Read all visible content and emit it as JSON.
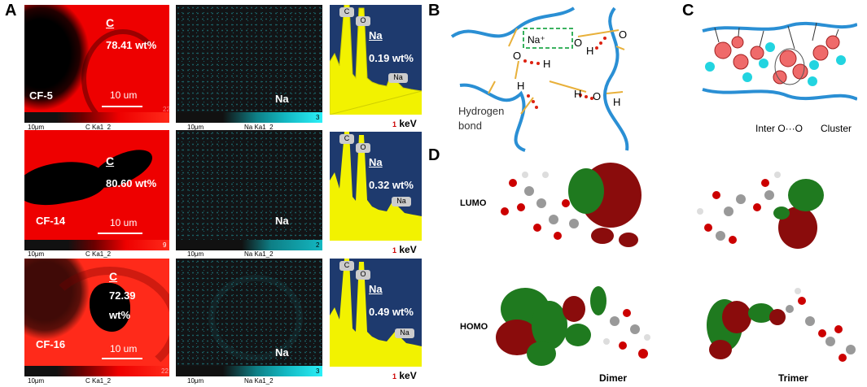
{
  "panels": {
    "A": "A",
    "B": "B",
    "C": "C",
    "D": "D"
  },
  "rows": [
    {
      "sample": "CF-5",
      "c_title": "C",
      "c_value": "78.41 wt%",
      "scalebar": "10 um",
      "c_bottom_left": "10μm",
      "c_bottom_label": "C Ka1_2",
      "c_bottom_num": "22",
      "na_label": "Na",
      "na_bottom_left": "10μm",
      "na_bottom_label": "Na Ka1_2",
      "na_bottom_num": "3",
      "spec_na": "Na",
      "spec_value": "0.19 wt%",
      "spec_peak": "Na",
      "kev": "keV",
      "tick": "1"
    },
    {
      "sample": "CF-14",
      "c_title": "C",
      "c_value": "80.60 wt%",
      "scalebar": "10 um",
      "c_bottom_left": "10μm",
      "c_bottom_label": "C Ka1_2",
      "c_bottom_num": "9",
      "na_label": "Na",
      "na_bottom_left": "10μm",
      "na_bottom_label": "Na Ka1_2",
      "na_bottom_num": "2",
      "spec_na": "Na",
      "spec_value": "0.32 wt%",
      "spec_peak": "Na",
      "kev": "keV",
      "tick": "1"
    },
    {
      "sample": "CF-16",
      "c_title": "C",
      "c_value_line1": "72.39",
      "c_value_line2": "wt%",
      "scalebar": "10 um",
      "c_bottom_left": "10μm",
      "c_bottom_label": "C Ka1_2",
      "c_bottom_num": "22",
      "na_label": "Na",
      "na_bottom_left": "10μm",
      "na_bottom_label": "Na Ka1_2",
      "na_bottom_num": "3",
      "spec_na": "Na",
      "spec_value": "0.49 wt%",
      "spec_peak": "Na",
      "kev": "keV",
      "tick": "1"
    }
  ],
  "spectrum_peaks": {
    "C": "C",
    "O": "O"
  },
  "panel_b": {
    "na_ion": "Na⁺",
    "atoms": [
      "O",
      "H",
      "O",
      "H",
      "H",
      "O",
      "H",
      "O",
      "H"
    ],
    "label_line1": "Hydrogen",
    "label_line2": "bond"
  },
  "panel_c": {
    "label_left": "Inter O···O",
    "label_right": "Cluster"
  },
  "panel_d": {
    "row_labels": [
      "LUMO",
      "HOMO"
    ],
    "col_labels": [
      "Dimer",
      "Trimer"
    ]
  },
  "colors": {
    "c_map": "#e00000",
    "na_map": "#121416",
    "na_dot": "#2bd1d8",
    "spectrum_bg": "#1e3a6e",
    "spectrum_fill": "#f2f200",
    "fiber": "#2a8fd4",
    "h_bond": "#e8b03a",
    "orbital_red": "#8a0c0c",
    "orbital_green": "#1f7a1f"
  }
}
